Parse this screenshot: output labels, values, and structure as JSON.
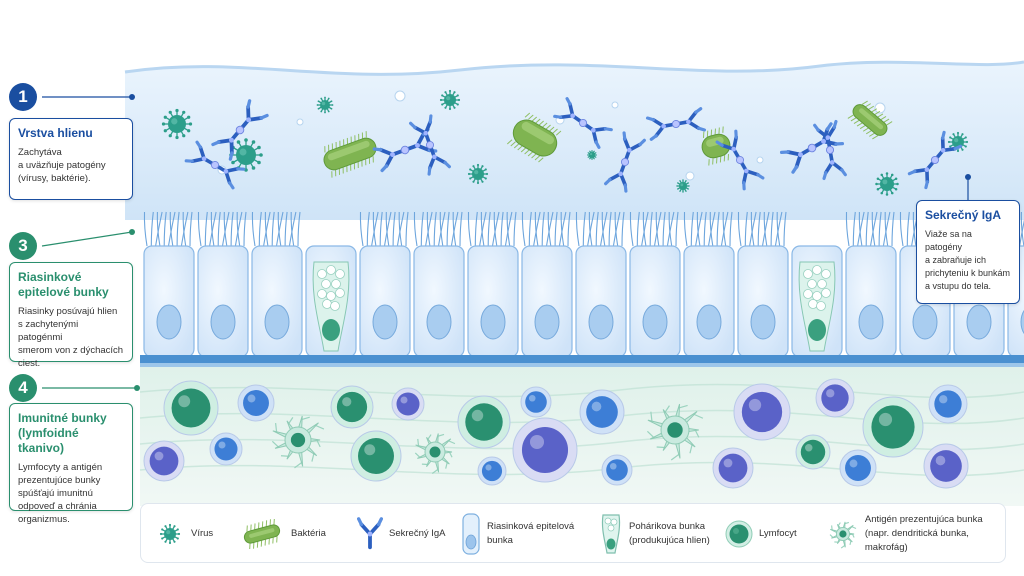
{
  "callouts": [
    {
      "number": "1",
      "title": "Vrstva hlienu",
      "body": "Zachytáva\na uväzňuje patogény\n(vírusy, baktérie).",
      "color": "#1a4ea0"
    },
    {
      "number": "3",
      "title": "Riasinkové epitelové bunky",
      "body": "Riasinky posúvajú hlien\ns zachytenými patogénmi\nsmerom von z dýchacích\nciest.",
      "color": "#2a8f6e"
    },
    {
      "number": "4",
      "title": "Imunitné bunky (lymfoidné tkanivo)",
      "body": "Lymfocyty a antigén\nprezentujúce bunky\nspúšťajú imunitnú\nodpoveď a chránia\norganizmus.",
      "color": "#2a8f6e"
    }
  ],
  "iga_callout": {
    "title": "Sekrečný IgA",
    "body": "Viaže sa na patogény\na zabraňuje ich\nprichyteniu k bunkám\na vstupu do tela.",
    "color": "#1a4ea0"
  },
  "legend": [
    {
      "icon": "virus-icon",
      "label": "Vírus"
    },
    {
      "icon": "bacteria-icon",
      "label": "Baktéria"
    },
    {
      "icon": "iga-antibody-icon",
      "label": "Sekrečný IgA"
    },
    {
      "icon": "ciliated-cell-icon",
      "label": "Riasinková epitelová\nbunka"
    },
    {
      "icon": "goblet-cell-icon",
      "label": "Pohárikova bunka\n(produkujúca hlien)"
    },
    {
      "icon": "lymphocyte-icon",
      "label": "Lymfocyt"
    },
    {
      "icon": "apc-icon",
      "label": "Antigén prezentujúca bunka\n(napr. dendritická bunka, makrofág)"
    }
  ],
  "colors": {
    "mucus": "#d7e9f8",
    "virus": "#2c9e8a",
    "bacteria": "#7fb451",
    "iga": "#2c5fbf",
    "cell": "#e3f0fc",
    "lymphocyte": "#2a9070",
    "tissue": "#e4f3ee"
  }
}
